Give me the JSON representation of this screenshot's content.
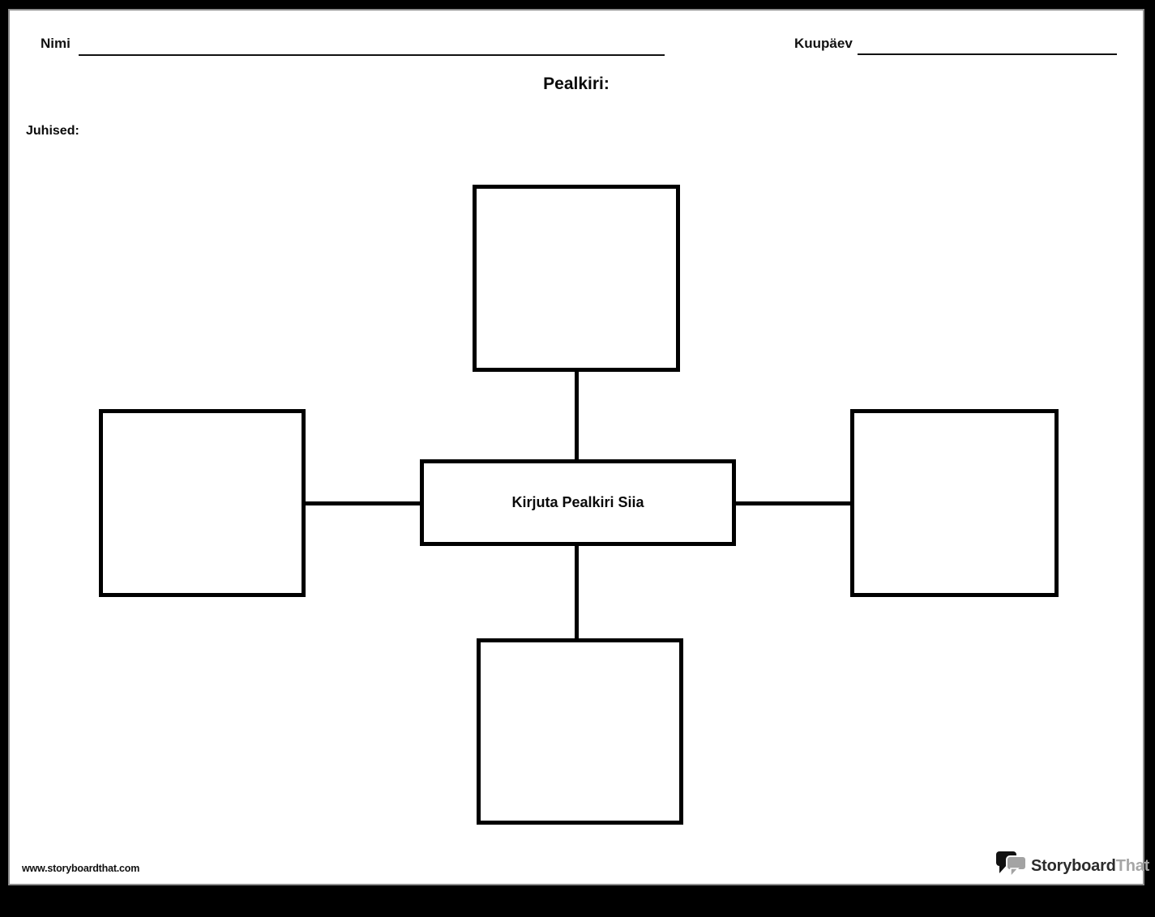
{
  "page": {
    "name_label": "Nimi",
    "date_label": "Kuupäev",
    "title": "Pealkiri:",
    "instructions_label": "Juhised:"
  },
  "diagram": {
    "type": "spider-map",
    "center_label": "Kirjuta Pealkiri Siia",
    "cells": [
      {
        "position": "top",
        "text": ""
      },
      {
        "position": "left",
        "text": ""
      },
      {
        "position": "right",
        "text": ""
      },
      {
        "position": "bottom",
        "text": ""
      }
    ]
  },
  "footer": {
    "website": "www.storyboardthat.com",
    "logo_text_primary": "Storyboard",
    "logo_text_secondary": "That"
  },
  "colors": {
    "line": "#000000",
    "frame": "#000000",
    "page_edge": "#8e8e8e",
    "logo_dark": "#2b2b2b",
    "logo_gray": "#a6a6a6"
  }
}
